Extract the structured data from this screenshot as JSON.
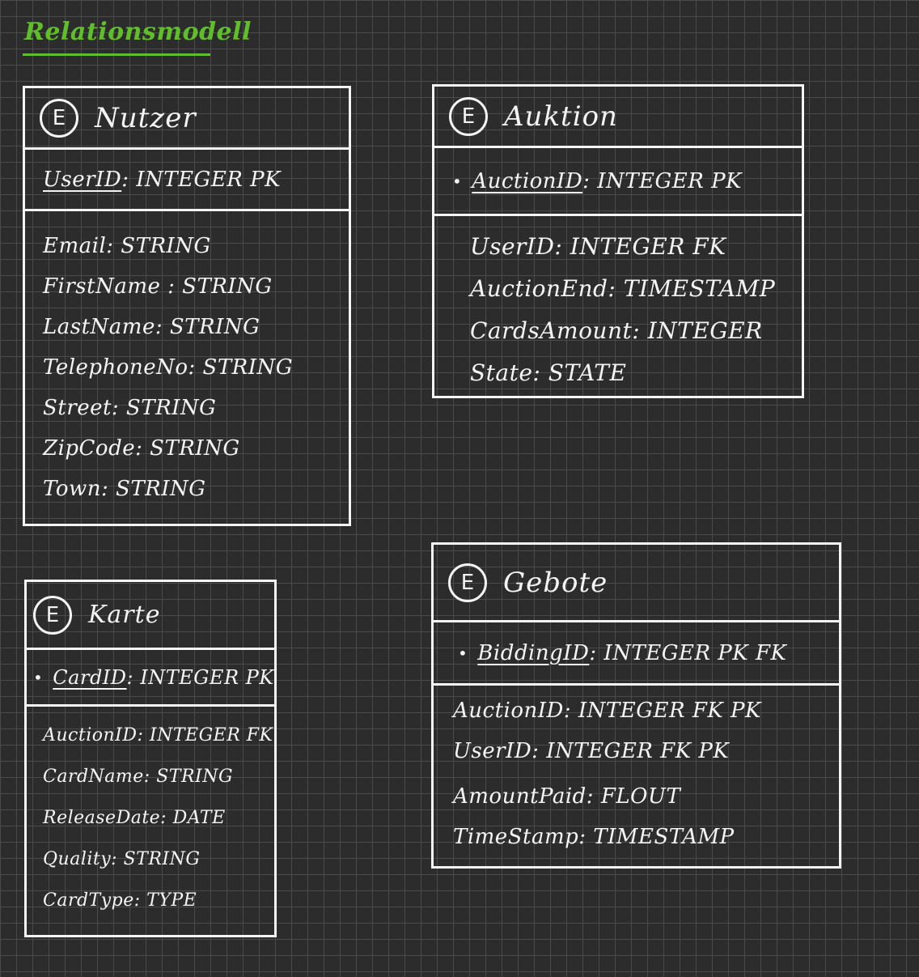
{
  "title": "Relationsmodell",
  "entities": [
    {
      "badge": "E",
      "name": "Nutzer",
      "pk": {
        "name": "UserID",
        "type": ": INTEGER PK"
      },
      "attributes": [
        "Email: STRING",
        "FirstName : STRING",
        "LastName: STRING",
        "TelephoneNo: STRING",
        "Street: STRING",
        "ZipCode: STRING",
        "Town: STRING"
      ]
    },
    {
      "badge": "E",
      "name": "Auktion",
      "pk": {
        "bullet": "•",
        "name": "AuctionID",
        "type": ": INTEGER PK"
      },
      "attributes": [
        "UserID: INTEGER FK",
        "AuctionEnd: TIMESTAMP",
        "CardsAmount: INTEGER",
        "State: STATE"
      ]
    },
    {
      "badge": "E",
      "name": "Karte",
      "pk": {
        "bullet": "•",
        "name": "CardID",
        "type": ": INTEGER PK"
      },
      "attributes": [
        "AuctionID: INTEGER FK",
        "CardName: STRING",
        "ReleaseDate: DATE",
        "Quality: STRING",
        "CardType: TYPE"
      ]
    },
    {
      "badge": "E",
      "name": "Gebote",
      "pk": {
        "bullet": "•",
        "name": "BiddingID",
        "type": ": INTEGER PK FK"
      },
      "attributes": [
        "AuctionID: INTEGER  FK PK",
        "UserID: INTEGER  FK PK",
        "AmountPaid: FLOUT",
        "TimeStamp: TIMESTAMP"
      ]
    }
  ]
}
